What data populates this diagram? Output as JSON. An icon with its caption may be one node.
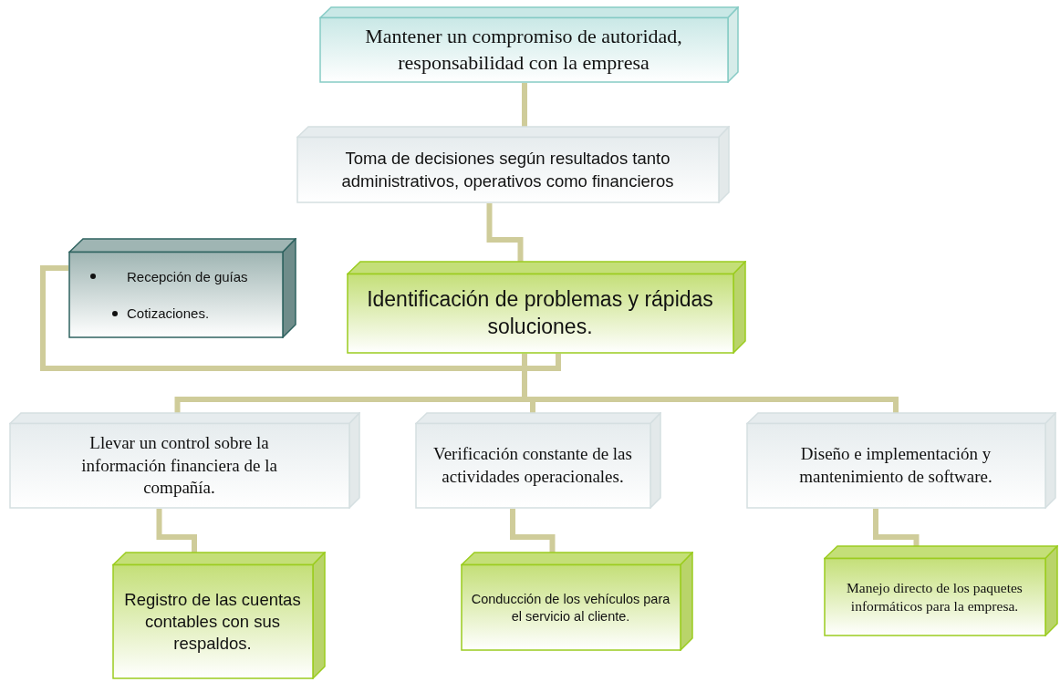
{
  "diagram": {
    "nodes": [
      {
        "text": [
          "Mantener un compromiso de autoridad, responsabilidad con la empresa"
        ]
      },
      {
        "text": [
          "Toma de decisiones según resultados tanto administrativos, operativos como financieros"
        ]
      },
      {
        "text": [
          "Recepción de guías",
          "Cotizaciones."
        ]
      },
      {
        "text": [
          "Identificación de problemas y rápidas soluciones."
        ]
      },
      {
        "text": [
          "Llevar un control sobre la información financiera de la compañía."
        ]
      },
      {
        "text": [
          "Verificación constante de las actividades operacionales."
        ]
      },
      {
        "text": [
          "Diseño e implementación y mantenimiento de software."
        ]
      },
      {
        "text": [
          "Registro de las cuentas contables con sus respaldos."
        ]
      },
      {
        "text": [
          "Conducción de los vehículos para el servicio al cliente."
        ]
      },
      {
        "text": [
          "Manejo directo de los paquetes informáticos para la empresa."
        ]
      }
    ],
    "edges": [
      {
        "from": 0,
        "to": 1,
        "arrow": "none"
      },
      {
        "from": 1,
        "to": 3,
        "arrow": "none"
      },
      {
        "from": 3,
        "to": 2,
        "arrow": "none"
      },
      {
        "from": 3,
        "to": 4,
        "arrow": "none"
      },
      {
        "from": 3,
        "to": 5,
        "arrow": "none"
      },
      {
        "from": 3,
        "to": 6,
        "arrow": "none"
      },
      {
        "from": 4,
        "to": 7,
        "arrow": "none"
      },
      {
        "from": 5,
        "to": 8,
        "arrow": "none"
      },
      {
        "from": 6,
        "to": 9,
        "arrow": "none"
      }
    ]
  }
}
